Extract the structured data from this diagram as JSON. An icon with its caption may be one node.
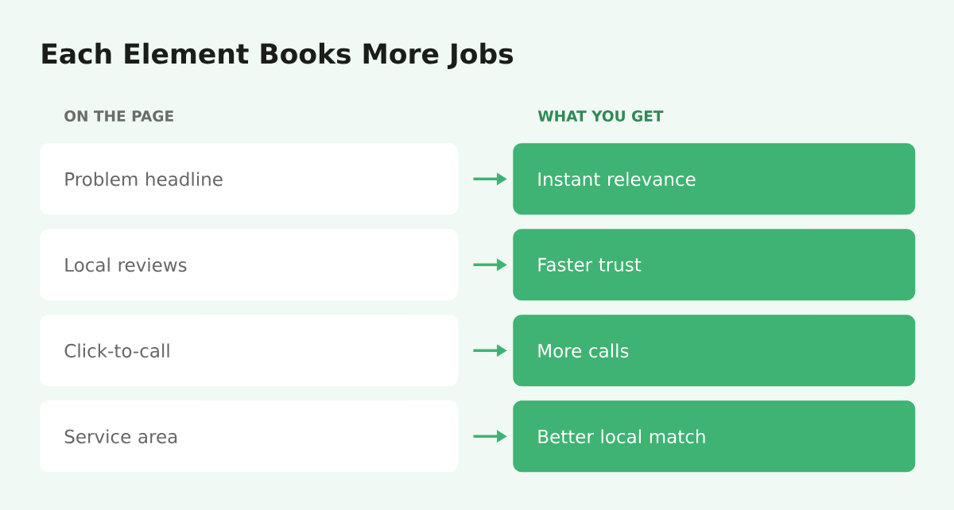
{
  "diagram": {
    "title": "Each Element Books More Jobs",
    "nodes": [
      {
        "text": [
          "Problem headline"
        ]
      },
      {
        "text": [
          "Instant relevance"
        ]
      },
      {
        "text": [
          "Local reviews"
        ]
      },
      {
        "text": [
          "Faster trust"
        ]
      },
      {
        "text": [
          "Click-to-call"
        ]
      },
      {
        "text": [
          "More calls"
        ]
      },
      {
        "text": [
          "Service area"
        ]
      },
      {
        "text": [
          "Better local match"
        ]
      }
    ],
    "edges": [
      {
        "from": 0,
        "to": 1,
        "arrow": "to"
      },
      {
        "from": 2,
        "to": 3,
        "arrow": "to"
      },
      {
        "from": 4,
        "to": 5,
        "arrow": "to"
      },
      {
        "from": 6,
        "to": 7,
        "arrow": "to"
      }
    ],
    "labels": [
      "ON THE PAGE",
      "WHAT YOU GET"
    ]
  }
}
